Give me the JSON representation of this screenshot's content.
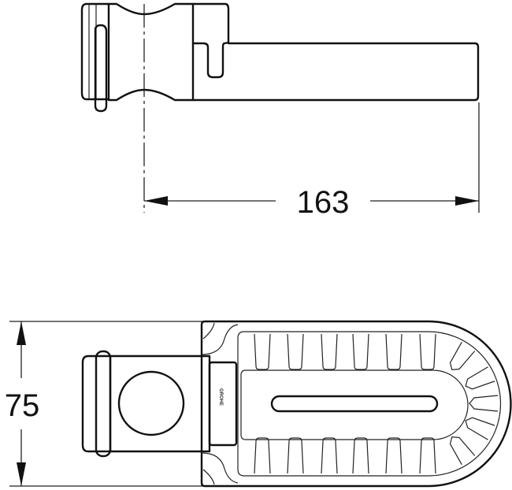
{
  "drawing": {
    "top_view": {
      "dimension_label": "163"
    },
    "plan_view": {
      "dimension_label": "75",
      "logo_text": "GROHE"
    }
  }
}
